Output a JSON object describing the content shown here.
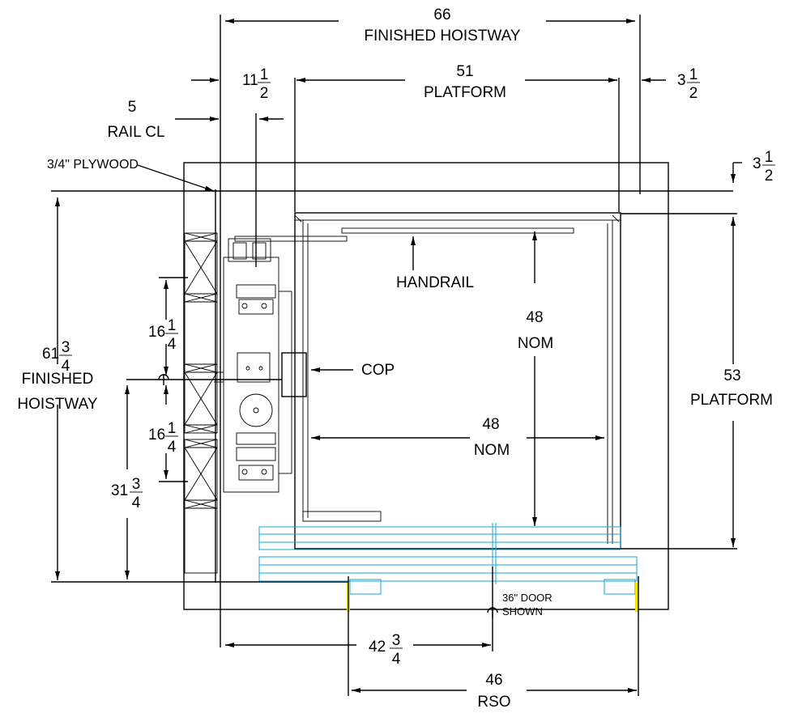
{
  "dimensions": {
    "finished_hoistway_width": {
      "value": "66",
      "label": "FINISHED HOISTWAY"
    },
    "platform_width": {
      "value": "51",
      "label": "PLATFORM"
    },
    "side_left": {
      "whole": "11",
      "num": "1",
      "den": "2"
    },
    "side_right": {
      "whole": "3",
      "num": "1",
      "den": "2"
    },
    "rail_cl": {
      "value": "5",
      "label": "RAIL CL"
    },
    "top_gap": {
      "whole": "3",
      "num": "1",
      "den": "2"
    },
    "plywood": "3/4\" PLYWOOD",
    "finished_hoistway_depth": {
      "whole": "61",
      "num": "3",
      "den": "4",
      "line1": "FINISHED",
      "line2": "HOISTWAY"
    },
    "rail_upper": {
      "whole": "16",
      "num": "1",
      "den": "4"
    },
    "rail_lower": {
      "whole": "16",
      "num": "1",
      "den": "4"
    },
    "to_rail_cl": {
      "whole": "31",
      "num": "3",
      "den": "4"
    },
    "platform_depth": {
      "value": "53",
      "label": "PLATFORM"
    },
    "cab_depth": {
      "value": "48",
      "label": "NOM"
    },
    "cab_width": {
      "value": "48",
      "label": "NOM"
    },
    "door_cl": {
      "whole": "42",
      "num": "3",
      "den": "4"
    },
    "rso": {
      "value": "46",
      "label": "RSO"
    }
  },
  "callouts": {
    "handrail": "HANDRAIL",
    "cop": "COP",
    "door_line1": "36\" DOOR",
    "door_line2": "SHOWN"
  },
  "colors": {
    "line": "#000000",
    "door": "#1aa3d9",
    "sill": "#f2e600"
  }
}
